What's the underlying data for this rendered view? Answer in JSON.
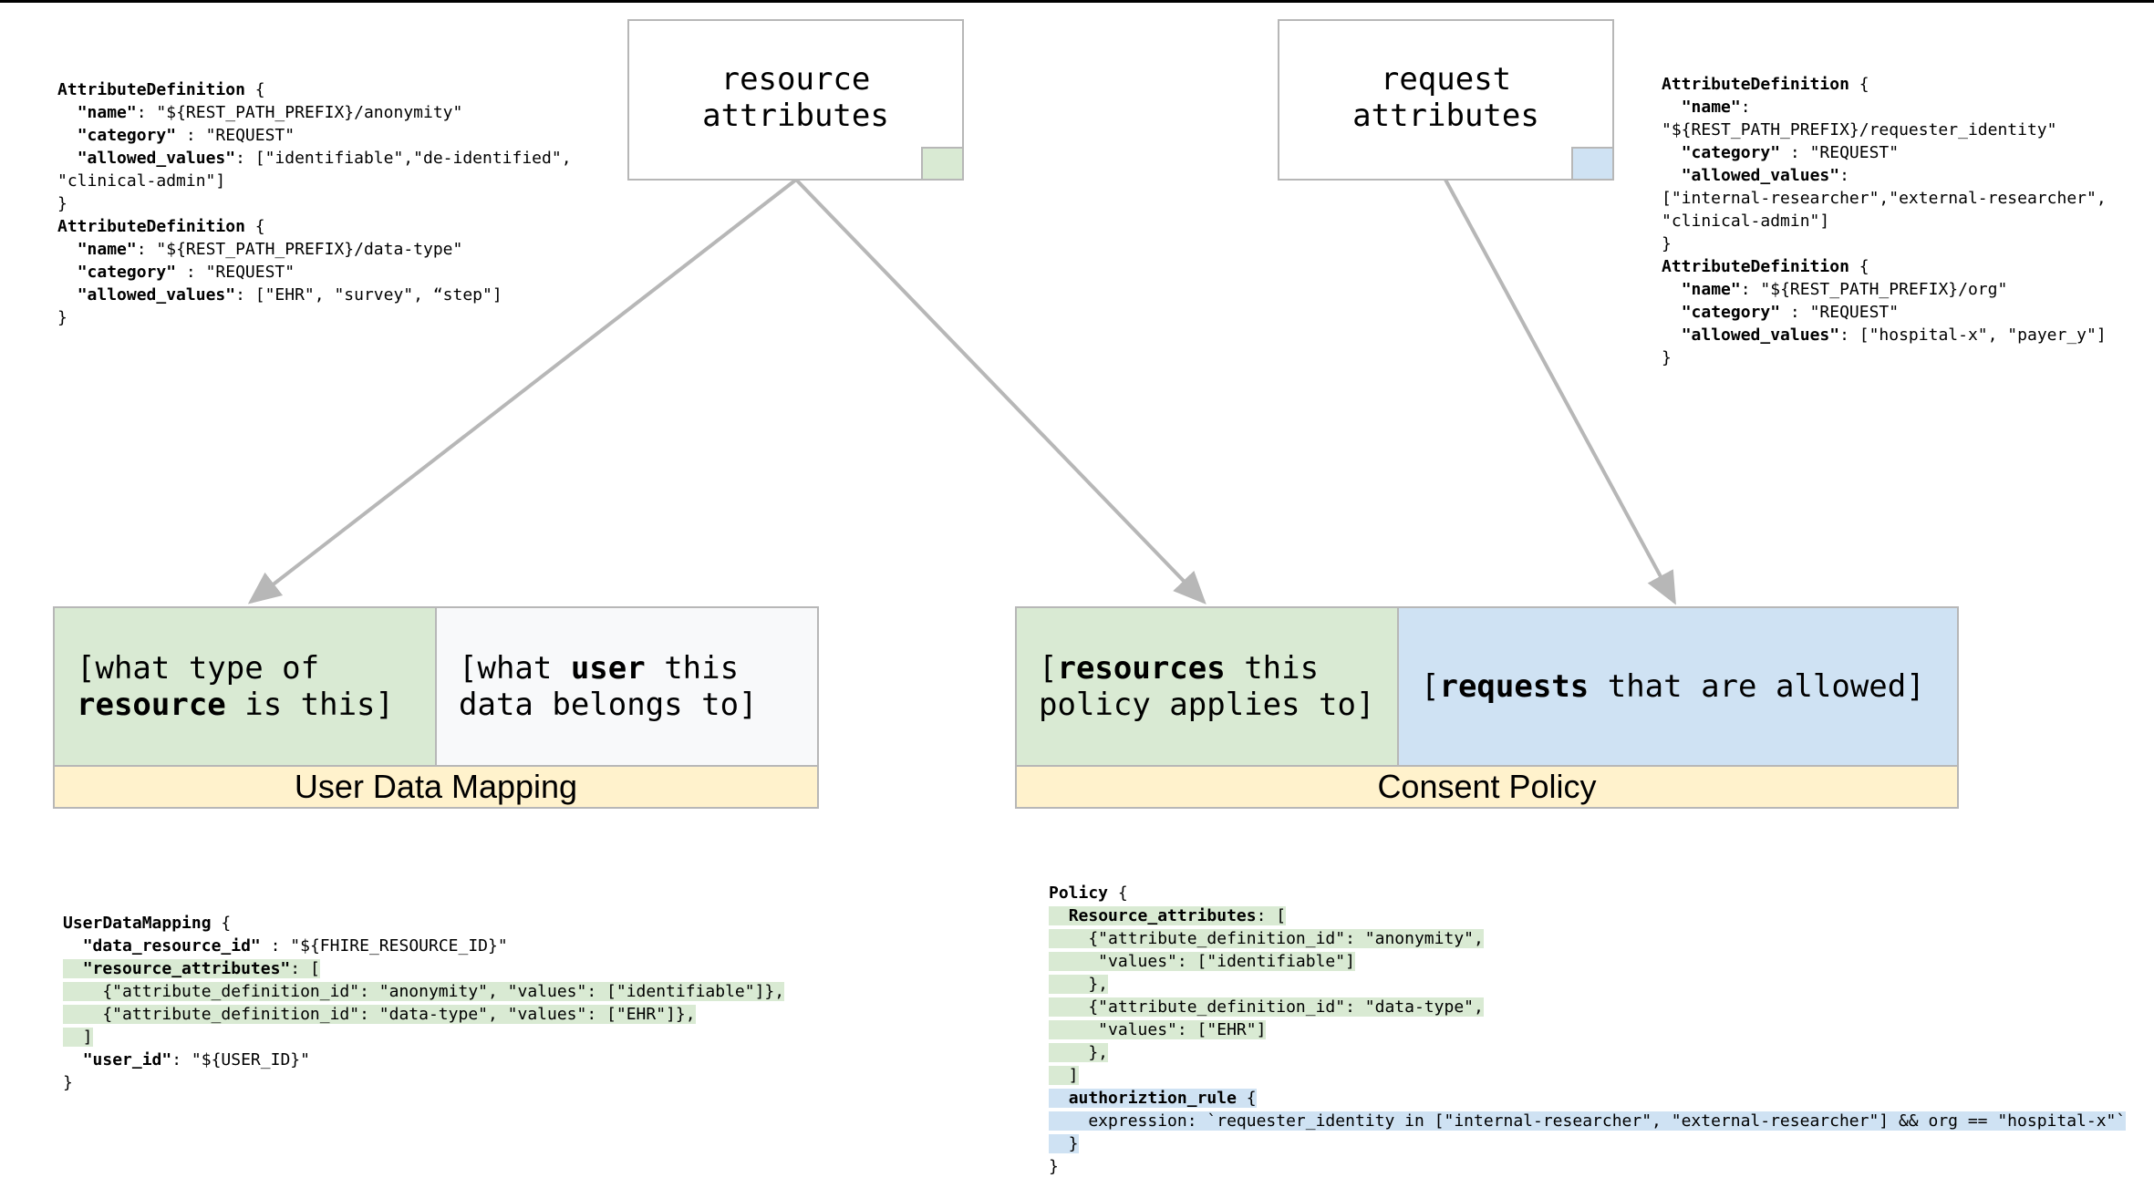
{
  "boxes": {
    "resource": {
      "line1": "resource",
      "line2": "attributes",
      "swatch_color": "#d9ead3"
    },
    "request": {
      "line1": "request",
      "line2": "attributes",
      "swatch_color": "#cfe2f3"
    }
  },
  "user_data_mapping": {
    "cell1": {
      "pre": "[what type of ",
      "bold": "resource",
      "post": " is this]"
    },
    "cell2": {
      "pre": "[what ",
      "bold": "user",
      "post": " this data belongs to]"
    },
    "title": "User Data Mapping"
  },
  "consent_policy": {
    "cell1": {
      "pre": "[",
      "bold": "resources",
      "post": " this policy applies to]"
    },
    "cell2": {
      "pre": "[",
      "bold": "requests",
      "post": " that are allowed]"
    },
    "title": "Consent Policy"
  },
  "code_resource_defs": [
    {
      "b": "AttributeDefinition",
      "t": " {"
    },
    {
      "t": "  ",
      "b": "\"name\"",
      "t2": ": \"${REST_PATH_PREFIX}/anonymity\""
    },
    {
      "t": "  ",
      "b": "\"category\"",
      "t2": " : \"REQUEST\""
    },
    {
      "t": "  ",
      "b": "\"allowed_values\"",
      "t2": ": [\"identifiable\",\"de-identified\","
    },
    {
      "t": "\"clinical-admin\"]"
    },
    {
      "t": "}"
    },
    {
      "b": "AttributeDefinition",
      "t": " {"
    },
    {
      "t": "  ",
      "b": "\"name\"",
      "t2": ": \"${REST_PATH_PREFIX}/data-type\""
    },
    {
      "t": "  ",
      "b": "\"category\"",
      "t2": " : \"REQUEST\""
    },
    {
      "t": "  ",
      "b": "\"allowed_values\"",
      "t2": ": [\"EHR\", \"survey\", “step\"]"
    },
    {
      "t": "}"
    }
  ],
  "code_request_defs": [
    {
      "b": "AttributeDefinition",
      "t": " {"
    },
    {
      "t": "  ",
      "b": "\"name\"",
      "t2": ":"
    },
    {
      "t": "\"${REST_PATH_PREFIX}/requester_identity\""
    },
    {
      "t": "  ",
      "b": "\"category\"",
      "t2": " : \"REQUEST\""
    },
    {
      "t": "  ",
      "b": "\"allowed_values\"",
      "t2": ":"
    },
    {
      "t": "[\"internal-researcher\",\"external-researcher\","
    },
    {
      "t": "\"clinical-admin\"]"
    },
    {
      "t": "}"
    },
    {
      "b": "AttributeDefinition",
      "t": " {"
    },
    {
      "t": "  ",
      "b": "\"name\"",
      "t2": ": \"${REST_PATH_PREFIX}/org\""
    },
    {
      "t": "  ",
      "b": "\"category\"",
      "t2": " : \"REQUEST\""
    },
    {
      "t": "  ",
      "b": "\"allowed_values\"",
      "t2": ": [\"hospital-x\", \"payer_y\"]"
    },
    {
      "t": "}"
    }
  ],
  "code_user_data_mapping": [
    {
      "b": "UserDataMapping",
      "t": " {"
    },
    {
      "t": "  ",
      "b": "\"data_resource_id\"",
      "t2": " : \"${FHIRE_RESOURCE_ID}\""
    },
    {
      "hl": "g",
      "t": "  ",
      "b": "\"resource_attributes\"",
      "t2": ": ["
    },
    {
      "hl": "g",
      "t": "    {\"attribute_definition_id\": \"anonymity\", \"values\": [\"identifiable\"]},"
    },
    {
      "hl": "g",
      "t": "    {\"attribute_definition_id\": \"data-type\", \"values\": [\"EHR\"]},"
    },
    {
      "hl": "g",
      "t": "  ]"
    },
    {
      "t": "  ",
      "b": "\"user_id\"",
      "t2": ": \"${USER_ID}\""
    },
    {
      "t": "}"
    }
  ],
  "code_policy": [
    {
      "b": "Policy",
      "t": " {"
    },
    {
      "hl": "g",
      "t": "  ",
      "b": "Resource_attributes",
      "t2": ": ["
    },
    {
      "hl": "g",
      "t": "    {\"attribute_definition_id\": \"anonymity\","
    },
    {
      "hl": "g",
      "t": "     \"values\": [\"identifiable\"]"
    },
    {
      "hl": "g",
      "t": "    },"
    },
    {
      "hl": "g",
      "t": "    {\"attribute_definition_id\": \"data-type\","
    },
    {
      "hl": "g",
      "t": "     \"values\": [\"EHR\"]"
    },
    {
      "hl": "g",
      "t": "    },"
    },
    {
      "hl": "g",
      "t": "  ]"
    },
    {
      "hl": "b",
      "t": "  ",
      "b": "authoriztion_rule",
      "t2": " {"
    },
    {
      "hl": "b",
      "t": "    expression: `requester_identity in [\"internal-researcher\", \"external-researcher\"] && org == \"hospital-x\"`"
    },
    {
      "hl": "b",
      "t": "  }"
    },
    {
      "t": "}"
    }
  ]
}
